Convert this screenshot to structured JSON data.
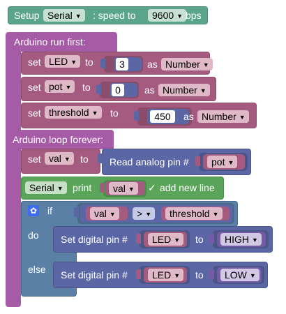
{
  "setup": {
    "label": "Setup",
    "port": "Serial",
    "speed_label": ":  speed to",
    "baud": "9600",
    "unit": "bps"
  },
  "run_first": {
    "title": "Arduino run first:",
    "rows": [
      {
        "set": "set",
        "var": "LED",
        "to": "to",
        "value": "3",
        "as": "as",
        "type": "Number"
      },
      {
        "set": "set",
        "var": "pot",
        "to": "to",
        "value": "0",
        "as": "as",
        "type": "Number"
      },
      {
        "set": "set",
        "var": "threshold",
        "to": "to",
        "value": "450",
        "as": "as",
        "type": "Number"
      }
    ]
  },
  "loop": {
    "title": "Arduino loop forever:",
    "set_val": {
      "set": "set",
      "var": "val",
      "to": "to",
      "read_label": "Read analog pin #",
      "pin": "pot"
    },
    "serial_print": {
      "port": "Serial",
      "print": "print",
      "var": "val",
      "check": "✓",
      "newline": "add new line"
    },
    "if_block": {
      "if": "if",
      "left": "val",
      "op": ">",
      "right": "threshold",
      "do": "do",
      "else": "else",
      "do_stmt": {
        "label": "Set digital pin #",
        "pin": "LED",
        "to": "to",
        "state": "HIGH"
      },
      "else_stmt": {
        "label": "Set digital pin #",
        "pin": "LED",
        "to": "to",
        "state": "LOW"
      }
    }
  },
  "colors": {
    "teal": "#5ba58c",
    "purple": "#a55ba5",
    "maroon": "#a55b80",
    "indigo": "#5b67a5",
    "steel": "#5b80a5",
    "green": "#5ba55b",
    "violet": "#745ba5",
    "ddmaroon": "#e0b9c9"
  }
}
